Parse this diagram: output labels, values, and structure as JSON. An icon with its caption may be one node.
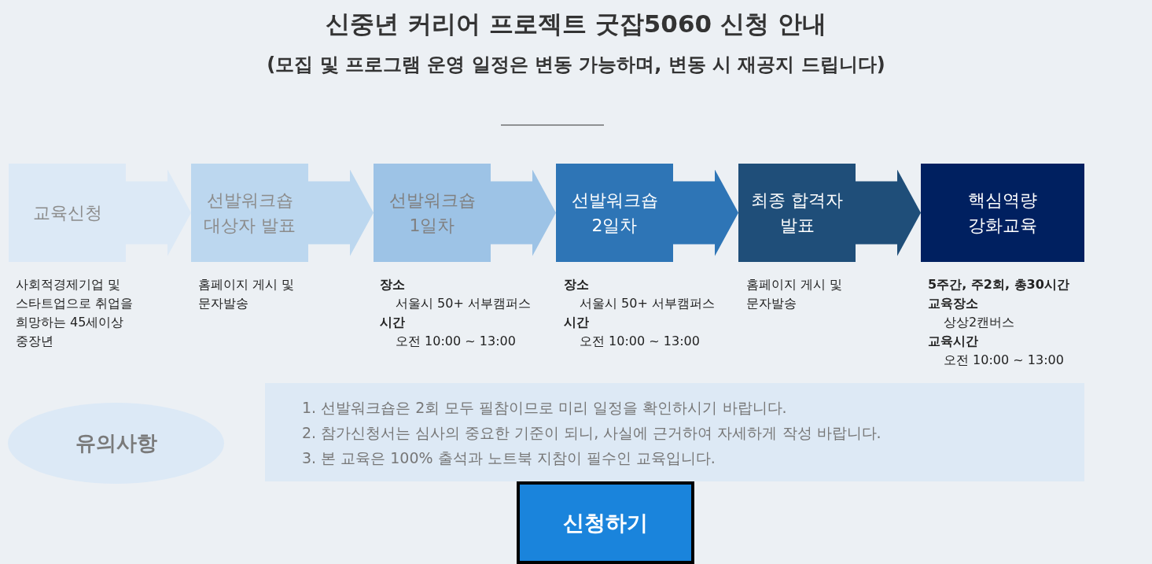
{
  "diagram": {
    "title": "신중년 커리어 프로젝트 굿잡5060 신청 안내",
    "caption": "(모집 및 프로그램 운영 일정은 변동 가능하며, 변동 시 재공지 드립니다)",
    "nodes": [
      {
        "text": [
          "교육신청"
        ],
        "beside": [
          "사회적경제기업 및 스타트업으로 취업을 희망하는 45세이상 중장년"
        ]
      },
      {
        "text": [
          "선발워크숍 대상자 발표"
        ],
        "beside": [
          "홈페이지 게시 및 문자발송"
        ]
      },
      {
        "text": [
          "선발워크숍 1일차"
        ],
        "beside": [
          "장소",
          "서울시 50+ 서부캠퍼스",
          "시간",
          "오전 10:00 ~ 13:00"
        ]
      },
      {
        "text": [
          "선발워크숍 2일차"
        ],
        "beside": [
          "장소",
          "서울시 50+ 서부캠퍼스",
          "시간",
          "오전 10:00 ~ 13:00"
        ]
      },
      {
        "text": [
          "최종 합격자 발표"
        ],
        "beside": [
          "홈페이지 게시 및 문자발송"
        ]
      },
      {
        "text": [
          "핵심역량 강화교육"
        ],
        "beside": [
          "5주간, 주2회, 총30시간",
          "교육장소",
          "상상2캔버스",
          "교육시간",
          "오전 10:00 ~ 13:00"
        ]
      },
      {
        "text": [
          "유의사항"
        ]
      },
      {
        "text": [
          "1. 선발워크숍은 2회 모두 필참이므로 미리 일정을 확인하시기 바랍니다.",
          "2. 참가신청서는 심사의 중요한 기준이 되니, 사실에 근거하여 자세하게 작성 바랍니다.",
          "3. 본 교육은 100% 출석과 노트북 지참이 필수인 교육입니다."
        ]
      },
      {
        "text": [
          "신청하기"
        ]
      }
    ],
    "edges": [
      {
        "from": 0,
        "to": 1,
        "arrow": "to",
        "color": "#dce9f6"
      },
      {
        "from": 1,
        "to": 2,
        "arrow": "to",
        "color": "#bcd7ef"
      },
      {
        "from": 2,
        "to": 3,
        "arrow": "to",
        "color": "#9dc3e6"
      },
      {
        "from": 3,
        "to": 4,
        "arrow": "to",
        "color": "#2e75b6"
      },
      {
        "from": 4,
        "to": 5,
        "arrow": "to",
        "color": "#1f4e79"
      }
    ]
  }
}
